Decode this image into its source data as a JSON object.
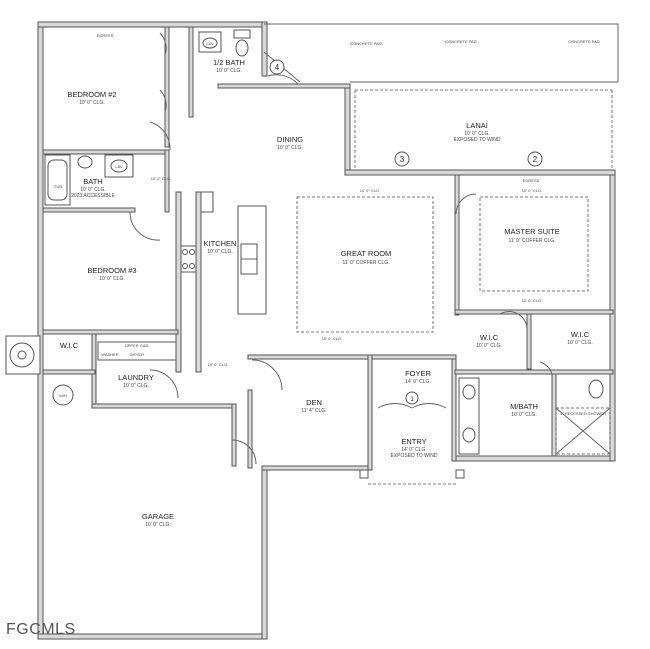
{
  "watermark": "FGCMLS",
  "rooms": {
    "bedroom2": {
      "name": "BEDROOM #2",
      "ceiling": "10' 0\" CLG."
    },
    "half_bath": {
      "name": "1/2 BATH",
      "ceiling": "10' 0\" CLG."
    },
    "dining": {
      "name": "DINING",
      "ceiling": "10' 0\" CLG."
    },
    "lanai": {
      "name": "LANAI",
      "ceiling": "10' 0\" CLG.",
      "note": "EXPOSED TO WIND"
    },
    "bath": {
      "name": "BATH",
      "ceiling": "10' 0\" CLG.",
      "note": "2023 ACCESSIBLE"
    },
    "kitchen": {
      "name": "KITCHEN",
      "ceiling": "10' 0\" CLG."
    },
    "great_room": {
      "name": "GREAT ROOM",
      "ceiling": "11' 0\" COFFER CLG."
    },
    "master_suite": {
      "name": "MASTER SUITE",
      "ceiling": "11' 0\" COFFER CLG."
    },
    "bedroom3": {
      "name": "BEDROOM #3",
      "ceiling": "10' 0\" CLG."
    },
    "wic_left": {
      "name": "W.I.C"
    },
    "wic_master1": {
      "name": "W.I.C",
      "ceiling": "10' 0\" CLG."
    },
    "wic_master2": {
      "name": "W.I.C",
      "ceiling": "10' 0\" CLG."
    },
    "laundry": {
      "name": "LAUNDRY",
      "ceiling": "10' 0\" CLG."
    },
    "den": {
      "name": "DEN",
      "ceiling": "11' 4\" CLG."
    },
    "foyer": {
      "name": "FOYER",
      "ceiling": "14' 0\" CLG."
    },
    "entry": {
      "name": "ENTRY",
      "ceiling": "14' 0\" CLG.",
      "note": "EXPOSED TO WIND"
    },
    "mbath": {
      "name": "M/BATH",
      "ceiling": "10' 0\" CLG."
    },
    "garage": {
      "name": "GARAGE",
      "ceiling": "10' 0\" CLG."
    }
  },
  "labels": {
    "egress": "EGRESS",
    "concrete_pad": "CONCRETE PAD",
    "tub": "TUB",
    "lav": "LAV",
    "upper_cab": "UPPER CAB.",
    "washer": "WASHER",
    "dryer": "DRYER",
    "recessed_shower": "4\" RECESSED SHOWER",
    "wh": "W/H",
    "clg_10": "10' 0\" CLG."
  },
  "markers": [
    "4",
    "3",
    "2",
    "1"
  ]
}
